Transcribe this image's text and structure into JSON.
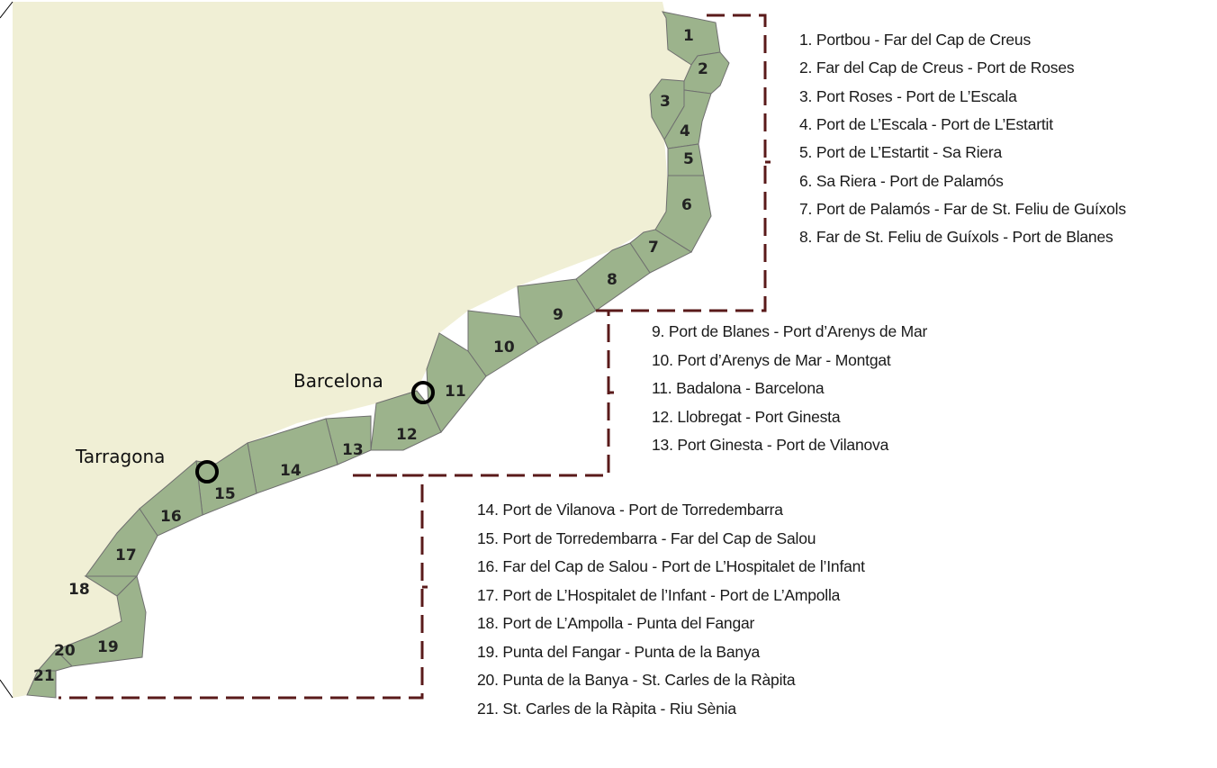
{
  "map": {
    "colors": {
      "land": "#f0efd5",
      "sea_zone": "#9cb38c",
      "zone_border": "#6f6f6f",
      "bracket": "#5a1a1a",
      "city_marker": "#000000"
    },
    "cities": [
      {
        "name": "Barcelona",
        "label": "Barcelona"
      },
      {
        "name": "Tarragona",
        "label": "Tarragona"
      }
    ],
    "segments": [
      {
        "num": "1",
        "label": "1. Portbou - Far del Cap de Creus"
      },
      {
        "num": "2",
        "label": "2. Far del Cap de Creus - Port de Roses"
      },
      {
        "num": "3",
        "label": "3. Port Roses - Port de L’Escala"
      },
      {
        "num": "4",
        "label": "4. Port de L’Escala - Port de L’Estartit"
      },
      {
        "num": "5",
        "label": "5. Port de L’Estartit - Sa Riera"
      },
      {
        "num": "6",
        "label": "6. Sa Riera - Port de Palamós"
      },
      {
        "num": "7",
        "label": "7. Port de Palamós - Far de St. Feliu de Guíxols"
      },
      {
        "num": "8",
        "label": "8. Far de St. Feliu de Guíxols - Port de Blanes"
      },
      {
        "num": "9",
        "label": "9. Port de Blanes - Port d’Arenys de Mar"
      },
      {
        "num": "10",
        "label": "10. Port d’Arenys de Mar - Montgat"
      },
      {
        "num": "11",
        "label": "11. Badalona - Barcelona"
      },
      {
        "num": "12",
        "label": "12. Llobregat - Port Ginesta"
      },
      {
        "num": "13",
        "label": "13. Port Ginesta - Port de Vilanova"
      },
      {
        "num": "14",
        "label": "14. Port de Vilanova - Port de Torredembarra"
      },
      {
        "num": "15",
        "label": "15. Port de Torredembarra - Far del Cap de Salou"
      },
      {
        "num": "16",
        "label": "16. Far del Cap de Salou - Port de L’Hospitalet de l’Infant"
      },
      {
        "num": "17",
        "label": "17. Port de L’Hospitalet de l’Infant - Port de L’Ampolla"
      },
      {
        "num": "18",
        "label": "18. Port de L’Ampolla - Punta del Fangar"
      },
      {
        "num": "19",
        "label": "19. Punta del Fangar - Punta de la Banya"
      },
      {
        "num": "20",
        "label": "20. Punta de la Banya - St. Carles de la Ràpita"
      },
      {
        "num": "21",
        "label": "21. St. Carles de la Ràpita - Riu Sènia"
      }
    ]
  }
}
